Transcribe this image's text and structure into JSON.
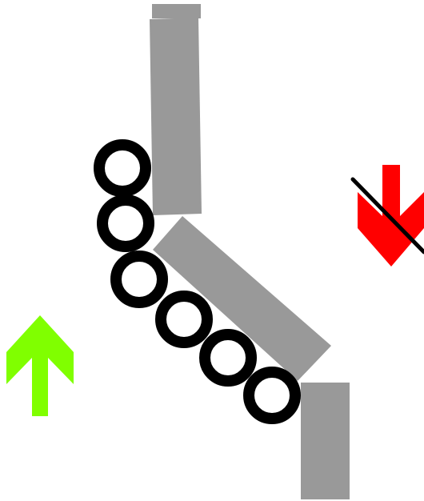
{
  "diagram": {
    "background_color": "#ffffff",
    "elements": [
      {
        "kind": "rigid-segment",
        "name": "top-cap-segment",
        "color": "#999999"
      },
      {
        "kind": "rigid-segment",
        "name": "upper-segment",
        "color": "#999999"
      },
      {
        "kind": "rigid-segment",
        "name": "middle-diagonal-segment",
        "color": "#999999"
      },
      {
        "kind": "rigid-segment",
        "name": "lower-segment",
        "color": "#999999"
      },
      {
        "kind": "ring",
        "name": "ring",
        "count": 6,
        "color": "#000000"
      },
      {
        "kind": "arrow",
        "name": "up-arrow-icon",
        "direction": "up",
        "color": "#80ff00"
      },
      {
        "kind": "arrow",
        "name": "down-arrow-crossed-icon",
        "direction": "down",
        "color": "#ff0000",
        "crossed_out": true,
        "strike_color": "#000000"
      }
    ]
  }
}
